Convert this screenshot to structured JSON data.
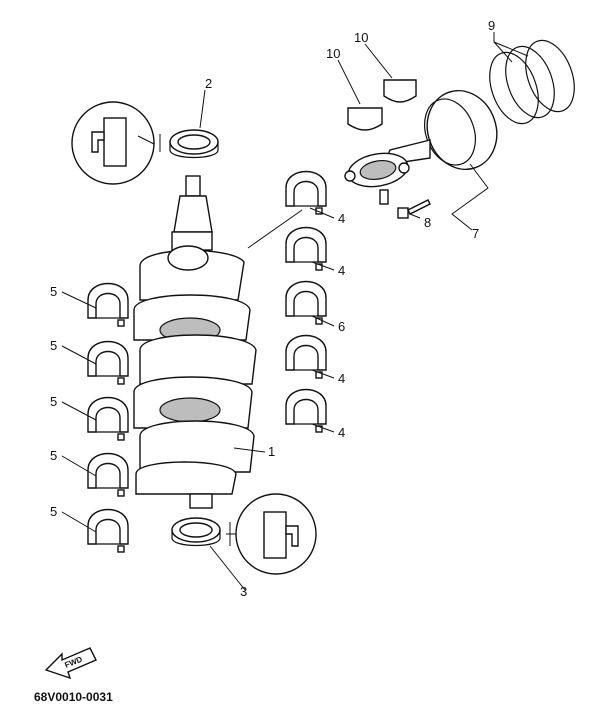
{
  "diagram_code": "68V0010-0031",
  "direction_label": "FWD",
  "callouts": {
    "c1": "1",
    "c2": "2",
    "c3": "3",
    "c4a": "4",
    "c4b": "4",
    "c4c": "4",
    "c4d": "4",
    "c5a": "5",
    "c5b": "5",
    "c5c": "5",
    "c5d": "5",
    "c5e": "5",
    "c6": "6",
    "c7": "7",
    "c8": "8",
    "c9": "9",
    "c10a": "10",
    "c10b": "10"
  }
}
